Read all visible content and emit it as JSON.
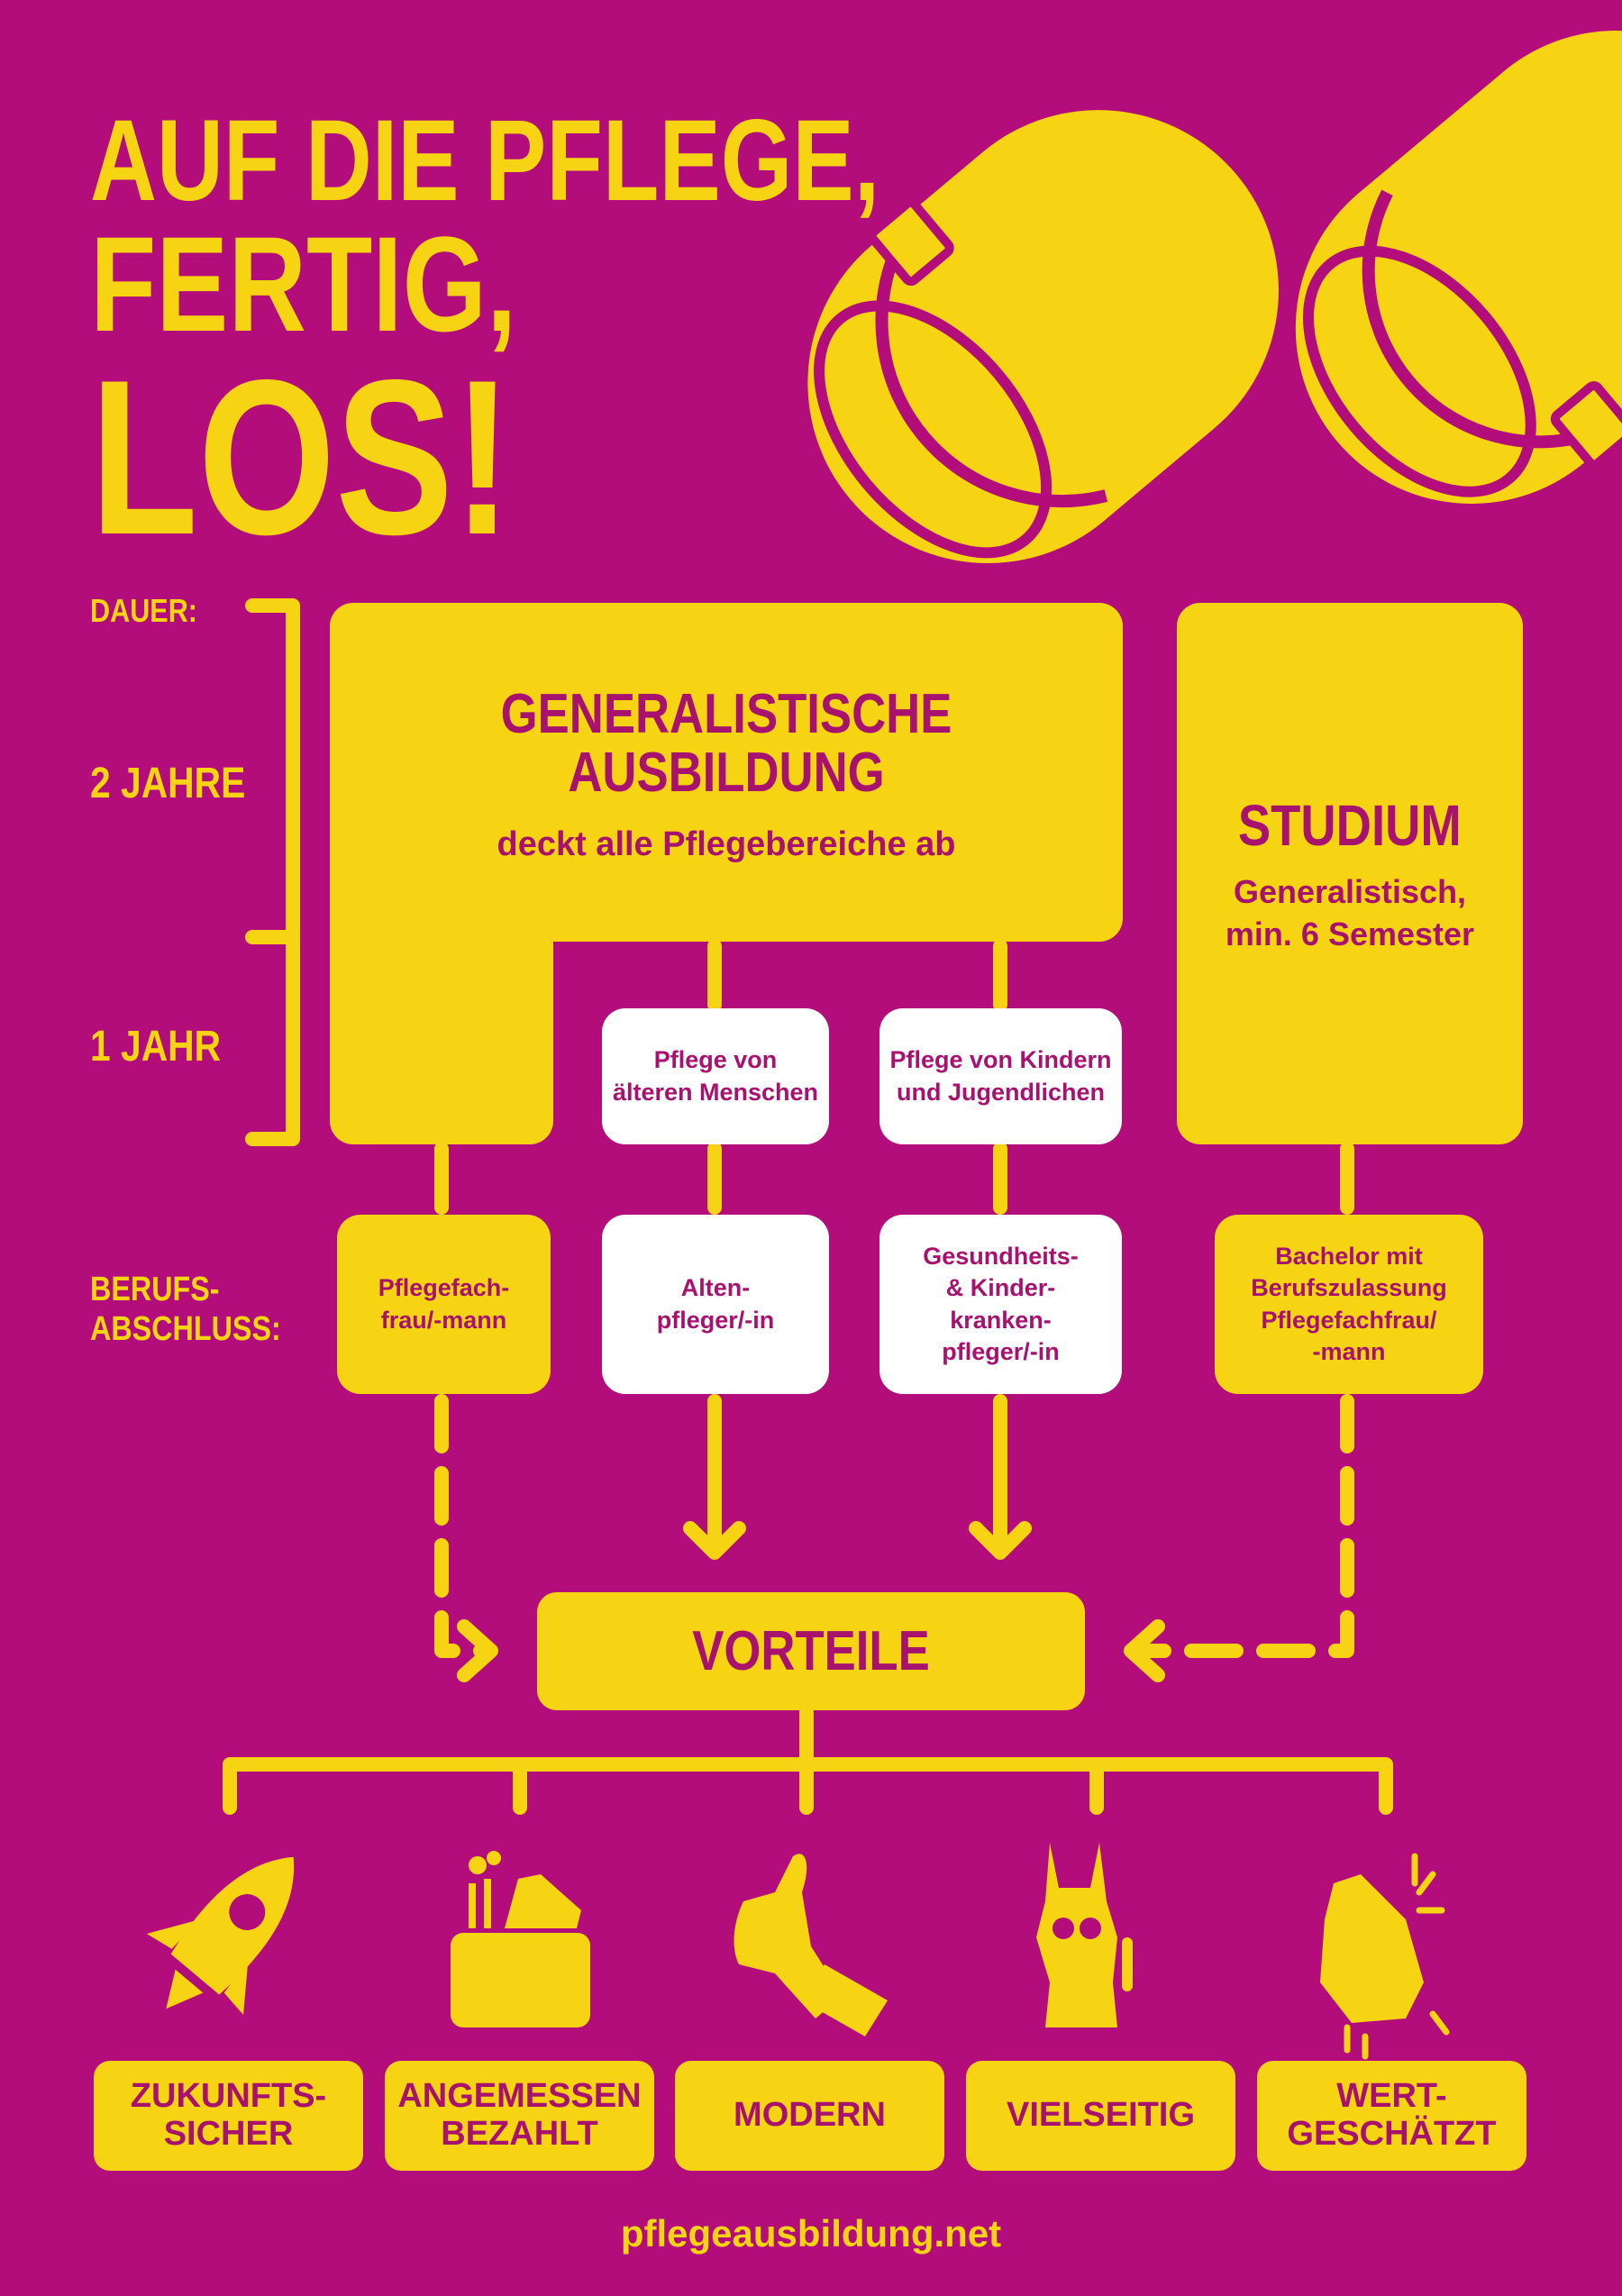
{
  "title": {
    "line1": "AUF DIE PFLEGE,",
    "line2": "FERTIG,",
    "line3": "LOS!"
  },
  "timeline": {
    "dauer": "DAUER:",
    "two_years": "2 JAHRE",
    "one_year": "1 JAHR",
    "abschluss_line1": "BERUFS-",
    "abschluss_line2": "ABSCHLUSS:"
  },
  "generalistisch": {
    "title_line1": "GENERALISTISCHE",
    "title_line2": "AUSBILDUNG",
    "subtitle": "deckt alle Pflegebereiche ab"
  },
  "studium": {
    "title": "STUDIUM",
    "subtitle_line1": "Generalistisch,",
    "subtitle_line2": "min. 6 Semester"
  },
  "specializations": [
    {
      "line1": "Pflege von",
      "line2": "älteren Menschen"
    },
    {
      "line1": "Pflege von Kindern",
      "line2": "und Jugendlichen"
    }
  ],
  "degrees": [
    {
      "lines": [
        "Pflegefach-",
        "frau/-mann"
      ]
    },
    {
      "lines": [
        "Alten-",
        "pfleger/-in"
      ]
    },
    {
      "lines": [
        "Gesundheits-",
        "& Kinder-",
        "kranken-",
        "pfleger/-in"
      ]
    },
    {
      "lines": [
        "Bachelor mit",
        "Berufszulassung",
        "Pflegefachfrau/",
        "-mann"
      ]
    }
  ],
  "vorteile": {
    "label": "VORTEILE"
  },
  "benefits": [
    {
      "line1": "ZUKUNFTS-",
      "line2": "SICHER",
      "icon": "rocket-icon"
    },
    {
      "line1": "ANGEMESSEN",
      "line2": "BEZAHLT",
      "icon": "wallet-icon"
    },
    {
      "line1": "MODERN",
      "line2": "",
      "icon": "thumbs-up-icon"
    },
    {
      "line1": "VIELSEITIG",
      "line2": "",
      "icon": "llama-icon"
    },
    {
      "line1": "WERT-",
      "line2": "GESCHÄTZT",
      "icon": "clapping-hands-icon"
    }
  ],
  "footer": {
    "url": "pflegeausbildung.net"
  },
  "colors": {
    "background": "#b30d7c",
    "accent": "#f6d313",
    "text": "#a8126f",
    "white": "#ffffff"
  }
}
